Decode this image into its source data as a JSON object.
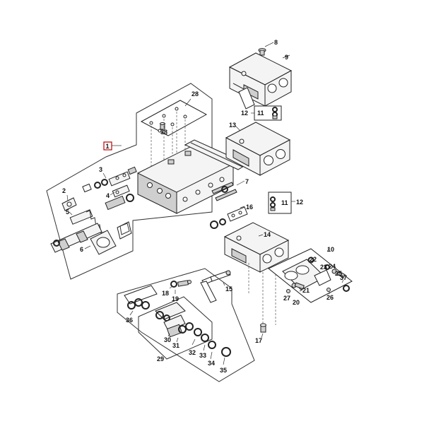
{
  "diagram": {
    "reference_box": "1",
    "callouts": {
      "c2": "2",
      "c3": "3",
      "c4": "4",
      "c5": "5",
      "c6": "6",
      "c7": "7",
      "c8": "8",
      "c9": "9",
      "c10": "10",
      "c11a": "11",
      "c11b": "11",
      "c12a": "12",
      "c12b": "12",
      "c13": "13",
      "c14": "14",
      "c15": "15",
      "c16": "16",
      "c17": "17",
      "c18": "18",
      "c19": "19",
      "c20": "20",
      "c21": "21",
      "c22": "22",
      "c23": "23",
      "c24": "24",
      "c25": "25",
      "c26": "26",
      "c27": "27",
      "c28": "28",
      "c29": "29",
      "c30": "30",
      "c31": "31",
      "c32": "32",
      "c33": "33",
      "c34": "34",
      "c35": "35",
      "c36": "36",
      "c37": "37",
      "c38": "38"
    }
  }
}
